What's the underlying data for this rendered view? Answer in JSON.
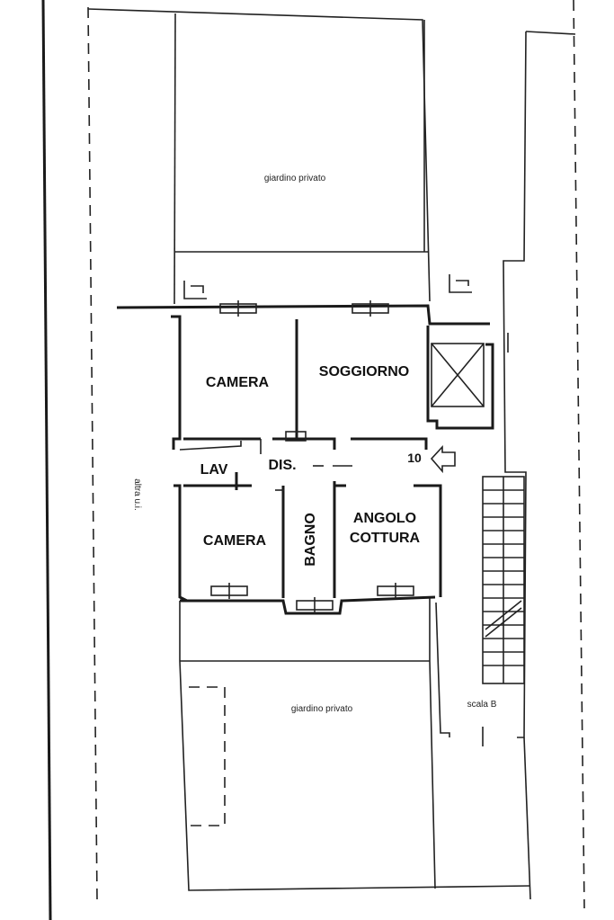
{
  "labels": {
    "garden_top": "giardino privato",
    "garden_bottom": "giardino privato",
    "camera_top": "CAMERA",
    "soggiorno": "SOGGIORNO",
    "lav": "LAV",
    "dis": "DIS.",
    "camera_bottom": "CAMERA",
    "bagno": "BAGNO",
    "angolo": "ANGOLO",
    "cottura": "COTTURA",
    "unit_number": "10",
    "scala": "scala B",
    "side_label": "altra u.i."
  }
}
